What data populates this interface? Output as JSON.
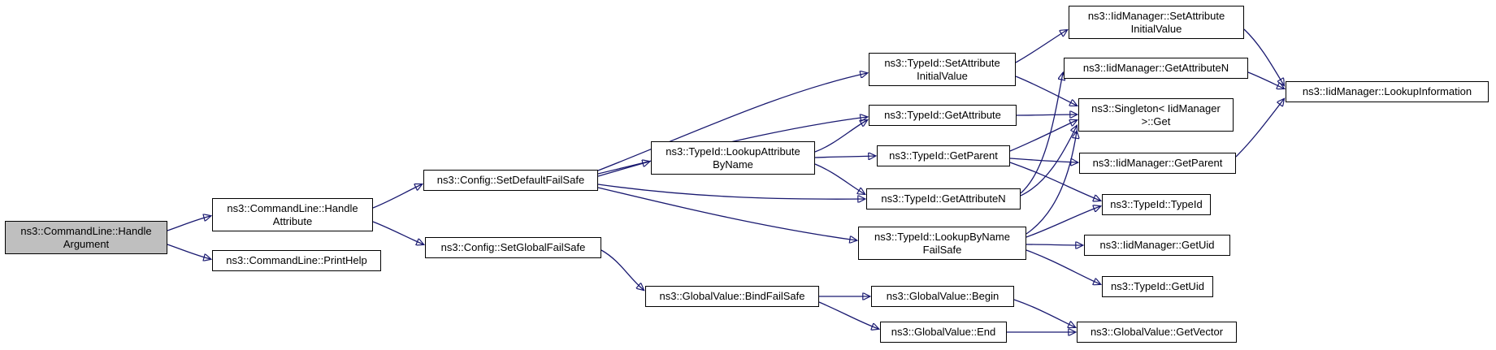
{
  "diagram_type": "doxygen-call-graph",
  "colors": {
    "background": "#ffffff",
    "node_fill": "#ffffff",
    "node_border": "#000000",
    "highlight_fill": "#bfbfbf",
    "edge": "#191970",
    "text": "#000000"
  },
  "nodes": [
    {
      "id": "commandline-handle-argument",
      "label": "ns3::CommandLine::HandleArgument",
      "lines": [
        "ns3::CommandLine::Handle",
        "Argument"
      ],
      "highlighted": true
    },
    {
      "id": "commandline-handle-attribute",
      "label": "ns3::CommandLine::HandleAttribute",
      "lines": [
        "ns3::CommandLine::Handle",
        "Attribute"
      ],
      "highlighted": false
    },
    {
      "id": "commandline-print-help",
      "label": "ns3::CommandLine::PrintHelp",
      "lines": [
        "ns3::CommandLine::PrintHelp"
      ],
      "highlighted": false
    },
    {
      "id": "config-set-default-fail-safe",
      "label": "ns3::Config::SetDefaultFailSafe",
      "lines": [
        "ns3::Config::SetDefaultFailSafe"
      ],
      "highlighted": false
    },
    {
      "id": "config-set-global-fail-safe",
      "label": "ns3::Config::SetGlobalFailSafe",
      "lines": [
        "ns3::Config::SetGlobalFailSafe"
      ],
      "highlighted": false
    },
    {
      "id": "typeid-lookup-attribute-by-name",
      "label": "ns3::TypeId::LookupAttributeByName",
      "lines": [
        "ns3::TypeId::LookupAttribute",
        "ByName"
      ],
      "highlighted": false
    },
    {
      "id": "globalvalue-bind-fail-safe",
      "label": "ns3::GlobalValue::BindFailSafe",
      "lines": [
        "ns3::GlobalValue::BindFailSafe"
      ],
      "highlighted": false
    },
    {
      "id": "typeid-set-attribute-initial-value",
      "label": "ns3::TypeId::SetAttributeInitialValue",
      "lines": [
        "ns3::TypeId::SetAttribute",
        "InitialValue"
      ],
      "highlighted": false
    },
    {
      "id": "typeid-get-attribute",
      "label": "ns3::TypeId::GetAttribute",
      "lines": [
        "ns3::TypeId::GetAttribute"
      ],
      "highlighted": false
    },
    {
      "id": "typeid-get-parent",
      "label": "ns3::TypeId::GetParent",
      "lines": [
        "ns3::TypeId::GetParent"
      ],
      "highlighted": false
    },
    {
      "id": "typeid-get-attribute-n",
      "label": "ns3::TypeId::GetAttributeN",
      "lines": [
        "ns3::TypeId::GetAttributeN"
      ],
      "highlighted": false
    },
    {
      "id": "typeid-lookup-by-name-fail-safe",
      "label": "ns3::TypeId::LookupByNameFailSafe",
      "lines": [
        "ns3::TypeId::LookupByName",
        "FailSafe"
      ],
      "highlighted": false
    },
    {
      "id": "globalvalue-begin",
      "label": "ns3::GlobalValue::Begin",
      "lines": [
        "ns3::GlobalValue::Begin"
      ],
      "highlighted": false
    },
    {
      "id": "globalvalue-end",
      "label": "ns3::GlobalValue::End",
      "lines": [
        "ns3::GlobalValue::End"
      ],
      "highlighted": false
    },
    {
      "id": "iidmanager-set-attribute-initial-value",
      "label": "ns3::IidManager::SetAttributeInitialValue",
      "lines": [
        "ns3::IidManager::SetAttribute",
        "InitialValue"
      ],
      "highlighted": false
    },
    {
      "id": "iidmanager-get-attribute-n",
      "label": "ns3::IidManager::GetAttributeN",
      "lines": [
        "ns3::IidManager::GetAttributeN"
      ],
      "highlighted": false
    },
    {
      "id": "singleton-iidmanager-get",
      "label": "ns3::Singleton< IidManager >::Get",
      "lines": [
        "ns3::Singleton< IidManager",
        ">::Get"
      ],
      "highlighted": false
    },
    {
      "id": "iidmanager-get-parent",
      "label": "ns3::IidManager::GetParent",
      "lines": [
        "ns3::IidManager::GetParent"
      ],
      "highlighted": false
    },
    {
      "id": "typeid-typeid",
      "label": "ns3::TypeId::TypeId",
      "lines": [
        "ns3::TypeId::TypeId"
      ],
      "highlighted": false
    },
    {
      "id": "iidmanager-get-uid",
      "label": "ns3::IidManager::GetUid",
      "lines": [
        "ns3::IidManager::GetUid"
      ],
      "highlighted": false
    },
    {
      "id": "typeid-get-uid",
      "label": "ns3::TypeId::GetUid",
      "lines": [
        "ns3::TypeId::GetUid"
      ],
      "highlighted": false
    },
    {
      "id": "globalvalue-get-vector",
      "label": "ns3::GlobalValue::GetVector",
      "lines": [
        "ns3::GlobalValue::GetVector"
      ],
      "highlighted": false
    },
    {
      "id": "iidmanager-lookup-information",
      "label": "ns3::IidManager::LookupInformation",
      "lines": [
        "ns3::IidManager::LookupInformation"
      ],
      "highlighted": false
    }
  ],
  "edges": [
    {
      "from": "commandline-handle-argument",
      "to": "commandline-handle-attribute"
    },
    {
      "from": "commandline-handle-argument",
      "to": "commandline-print-help"
    },
    {
      "from": "commandline-handle-attribute",
      "to": "config-set-default-fail-safe"
    },
    {
      "from": "commandline-handle-attribute",
      "to": "config-set-global-fail-safe"
    },
    {
      "from": "config-set-default-fail-safe",
      "to": "typeid-set-attribute-initial-value"
    },
    {
      "from": "config-set-default-fail-safe",
      "to": "typeid-get-attribute"
    },
    {
      "from": "config-set-default-fail-safe",
      "to": "typeid-lookup-attribute-by-name"
    },
    {
      "from": "config-set-default-fail-safe",
      "to": "typeid-get-attribute-n"
    },
    {
      "from": "config-set-default-fail-safe",
      "to": "typeid-lookup-by-name-fail-safe"
    },
    {
      "from": "config-set-global-fail-safe",
      "to": "globalvalue-bind-fail-safe"
    },
    {
      "from": "typeid-lookup-attribute-by-name",
      "to": "typeid-get-attribute"
    },
    {
      "from": "typeid-lookup-attribute-by-name",
      "to": "typeid-get-parent"
    },
    {
      "from": "typeid-lookup-attribute-by-name",
      "to": "typeid-get-attribute-n"
    },
    {
      "from": "globalvalue-bind-fail-safe",
      "to": "globalvalue-begin"
    },
    {
      "from": "globalvalue-bind-fail-safe",
      "to": "globalvalue-end"
    },
    {
      "from": "typeid-set-attribute-initial-value",
      "to": "iidmanager-set-attribute-initial-value"
    },
    {
      "from": "typeid-set-attribute-initial-value",
      "to": "singleton-iidmanager-get"
    },
    {
      "from": "typeid-get-attribute",
      "to": "singleton-iidmanager-get"
    },
    {
      "from": "typeid-get-parent",
      "to": "singleton-iidmanager-get"
    },
    {
      "from": "typeid-get-parent",
      "to": "iidmanager-get-parent"
    },
    {
      "from": "typeid-get-parent",
      "to": "typeid-typeid"
    },
    {
      "from": "typeid-get-attribute-n",
      "to": "iidmanager-get-attribute-n"
    },
    {
      "from": "typeid-get-attribute-n",
      "to": "singleton-iidmanager-get"
    },
    {
      "from": "typeid-lookup-by-name-fail-safe",
      "to": "singleton-iidmanager-get"
    },
    {
      "from": "typeid-lookup-by-name-fail-safe",
      "to": "typeid-typeid"
    },
    {
      "from": "typeid-lookup-by-name-fail-safe",
      "to": "iidmanager-get-uid"
    },
    {
      "from": "typeid-lookup-by-name-fail-safe",
      "to": "typeid-get-uid"
    },
    {
      "from": "globalvalue-begin",
      "to": "globalvalue-get-vector"
    },
    {
      "from": "globalvalue-end",
      "to": "globalvalue-get-vector"
    },
    {
      "from": "iidmanager-set-attribute-initial-value",
      "to": "iidmanager-lookup-information"
    },
    {
      "from": "iidmanager-get-attribute-n",
      "to": "iidmanager-lookup-information"
    },
    {
      "from": "iidmanager-get-parent",
      "to": "iidmanager-lookup-information"
    }
  ]
}
